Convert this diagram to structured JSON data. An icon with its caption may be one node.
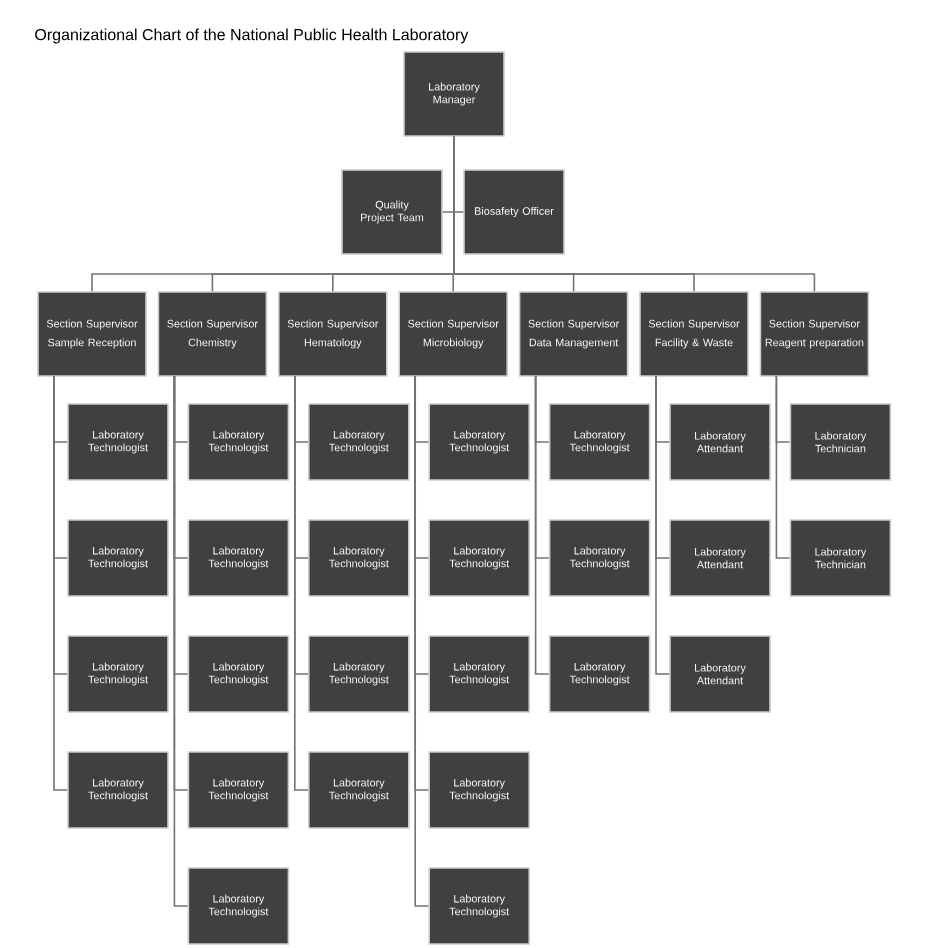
{
  "diagram": {
    "title": "Organizational Chart of the National Public Health Laboratory",
    "nodes": [
      {
        "text": [
          "Laboratory Manager"
        ]
      },
      {
        "text": [
          "Quality Project Team"
        ]
      },
      {
        "text": [
          "Biosafety Officer"
        ]
      },
      {
        "text": [
          "Section Supervisor",
          "Sample Reception"
        ]
      },
      {
        "text": [
          "Section Supervisor",
          "Chemistry"
        ]
      },
      {
        "text": [
          "Section Supervisor",
          "Hematology"
        ]
      },
      {
        "text": [
          "Section Supervisor",
          "Microbiology"
        ]
      },
      {
        "text": [
          "Section Supervisor",
          "Data Management"
        ]
      },
      {
        "text": [
          "Section Supervisor",
          "Facility & Waste"
        ]
      },
      {
        "text": [
          "Section Supervisor",
          "Reagent preparation"
        ]
      },
      {
        "text": [
          "Laboratory Technologist"
        ]
      },
      {
        "text": [
          "Laboratory Technologist"
        ]
      },
      {
        "text": [
          "Laboratory Technologist"
        ]
      },
      {
        "text": [
          "Laboratory Technologist"
        ]
      },
      {
        "text": [
          "Laboratory Technologist"
        ]
      },
      {
        "text": [
          "Laboratory Technologist"
        ]
      },
      {
        "text": [
          "Laboratory Technologist"
        ]
      },
      {
        "text": [
          "Laboratory Technologist"
        ]
      },
      {
        "text": [
          "Laboratory Technologist"
        ]
      },
      {
        "text": [
          "Laboratory Technologist"
        ]
      },
      {
        "text": [
          "Laboratory Technologist"
        ]
      },
      {
        "text": [
          "Laboratory Technologist"
        ]
      },
      {
        "text": [
          "Laboratory Technologist"
        ]
      },
      {
        "text": [
          "Laboratory Technologist"
        ]
      },
      {
        "text": [
          "Laboratory Technologist"
        ]
      },
      {
        "text": [
          "Laboratory Technologist"
        ]
      },
      {
        "text": [
          "Laboratory Technologist"
        ]
      },
      {
        "text": [
          "Laboratory Technologist"
        ]
      },
      {
        "text": [
          "Laboratory Technologist"
        ]
      },
      {
        "text": [
          "Laboratory Technologist"
        ]
      },
      {
        "text": [
          "Laboratory Technologist"
        ]
      },
      {
        "text": [
          "Laboratory Attendant"
        ]
      },
      {
        "text": [
          "Laboratory Attendant"
        ]
      },
      {
        "text": [
          "Laboratory Attendant"
        ]
      },
      {
        "text": [
          "Laboratory Technician"
        ]
      },
      {
        "text": [
          "Laboratory Technician"
        ]
      }
    ],
    "edges": [
      {
        "from": 0,
        "to": 1,
        "arrow": "none"
      },
      {
        "from": 0,
        "to": 2,
        "arrow": "none"
      },
      {
        "from": 0,
        "to": 3,
        "arrow": "none"
      },
      {
        "from": 0,
        "to": 4,
        "arrow": "none"
      },
      {
        "from": 0,
        "to": 5,
        "arrow": "none"
      },
      {
        "from": 0,
        "to": 6,
        "arrow": "none"
      },
      {
        "from": 0,
        "to": 7,
        "arrow": "none"
      },
      {
        "from": 0,
        "to": 8,
        "arrow": "none"
      },
      {
        "from": 0,
        "to": 9,
        "arrow": "none"
      },
      {
        "from": 3,
        "to": 10,
        "arrow": "none"
      },
      {
        "from": 3,
        "to": 11,
        "arrow": "none"
      },
      {
        "from": 3,
        "to": 12,
        "arrow": "none"
      },
      {
        "from": 3,
        "to": 13,
        "arrow": "none"
      },
      {
        "from": 4,
        "to": 14,
        "arrow": "none"
      },
      {
        "from": 4,
        "to": 15,
        "arrow": "none"
      },
      {
        "from": 4,
        "to": 16,
        "arrow": "none"
      },
      {
        "from": 4,
        "to": 17,
        "arrow": "none"
      },
      {
        "from": 4,
        "to": 18,
        "arrow": "none"
      },
      {
        "from": 5,
        "to": 19,
        "arrow": "none"
      },
      {
        "from": 5,
        "to": 20,
        "arrow": "none"
      },
      {
        "from": 5,
        "to": 21,
        "arrow": "none"
      },
      {
        "from": 5,
        "to": 22,
        "arrow": "none"
      },
      {
        "from": 6,
        "to": 23,
        "arrow": "none"
      },
      {
        "from": 6,
        "to": 24,
        "arrow": "none"
      },
      {
        "from": 6,
        "to": 25,
        "arrow": "none"
      },
      {
        "from": 6,
        "to": 26,
        "arrow": "none"
      },
      {
        "from": 6,
        "to": 27,
        "arrow": "none"
      },
      {
        "from": 7,
        "to": 28,
        "arrow": "none"
      },
      {
        "from": 7,
        "to": 29,
        "arrow": "none"
      },
      {
        "from": 7,
        "to": 30,
        "arrow": "none"
      },
      {
        "from": 8,
        "to": 31,
        "arrow": "none"
      },
      {
        "from": 8,
        "to": 32,
        "arrow": "none"
      },
      {
        "from": 8,
        "to": 33,
        "arrow": "none"
      },
      {
        "from": 9,
        "to": 34,
        "arrow": "none"
      },
      {
        "from": 9,
        "to": 35,
        "arrow": "none"
      }
    ]
  }
}
